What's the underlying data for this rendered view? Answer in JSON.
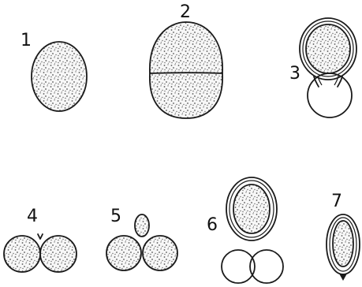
{
  "figure_labels": [
    "1",
    "2",
    "3",
    "4",
    "5",
    "6",
    "7"
  ]
}
